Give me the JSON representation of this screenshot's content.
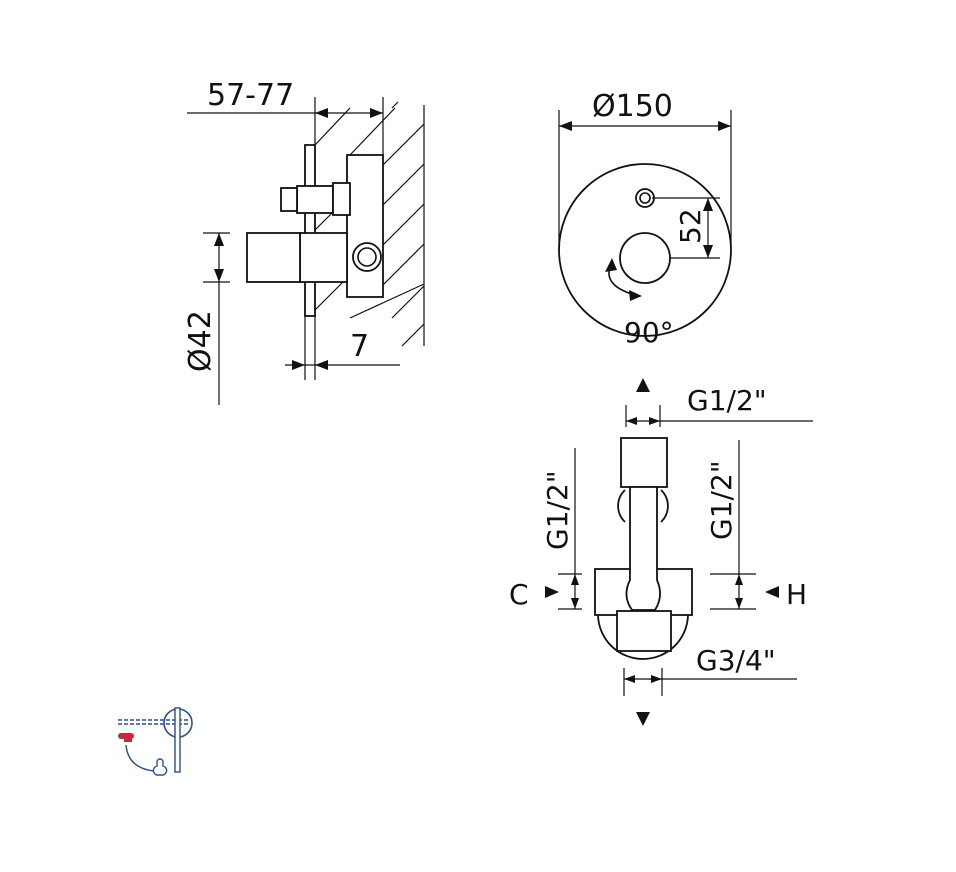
{
  "side_view": {
    "depth_dim": "57-77",
    "handle_diameter_dim": "Ø42",
    "plate_offset_dim": "7"
  },
  "front_view": {
    "plate_diameter_dim": "Ø150",
    "knob_distance_dim": "52",
    "rotation_angle": "90°"
  },
  "connection_view": {
    "top_outlet": "G1/2\"",
    "left_inlet": "G1/2\"",
    "right_inlet": "G1/2\"",
    "bottom_outlet": "G3/4\"",
    "cold_label": "C",
    "hot_label": "H"
  },
  "colors": {
    "line": "#111111",
    "icon_blue": "#2a4f8f",
    "icon_red": "#c8283a"
  }
}
